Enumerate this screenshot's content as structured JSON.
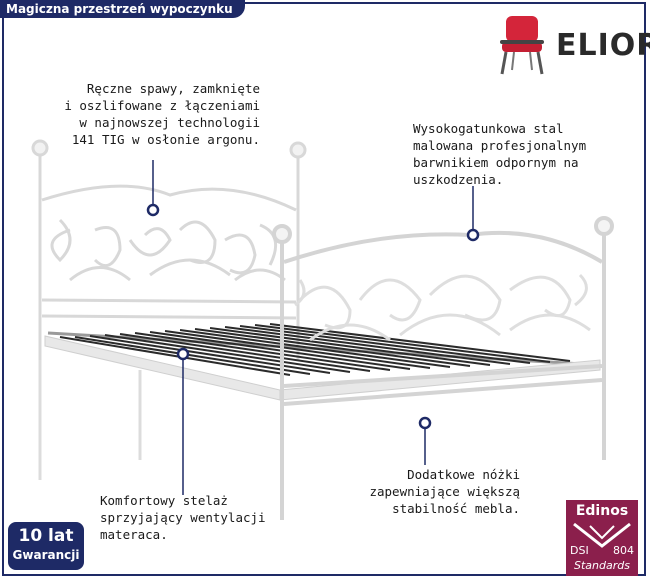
{
  "title": "Magiczna przestrzeń wypoczynku",
  "brand": {
    "name": "ELIOR",
    "icon": "chair-icon",
    "color": "#d4253a"
  },
  "callouts": {
    "welds": "Ręczne spawy, zamknięte\ni oszlifowane z łączeniami\nw najnowszej technologii\n141 TIG w osłonie argonu.",
    "steel": "Wysokogatunkowa stal\nmalowana profesjonalnym\nbarwnikiem odpornym na\nuszkodzenia.",
    "legs": "Dodatkowe nóżki\nzapewniające większą\nstabilność mebla.",
    "slats": "Komfortowy stelaż\nsprzyjający wentylacji\nmateraca."
  },
  "warranty": {
    "years": "10 lat",
    "label": "Gwarancji"
  },
  "certificate": {
    "name": "Edinos",
    "code_left": "DSI",
    "code_right": "804",
    "standard": "Standards",
    "color": "#8b1f4c"
  },
  "colors": {
    "accent": "#1e2a66",
    "frame": "#e9e9e9"
  }
}
